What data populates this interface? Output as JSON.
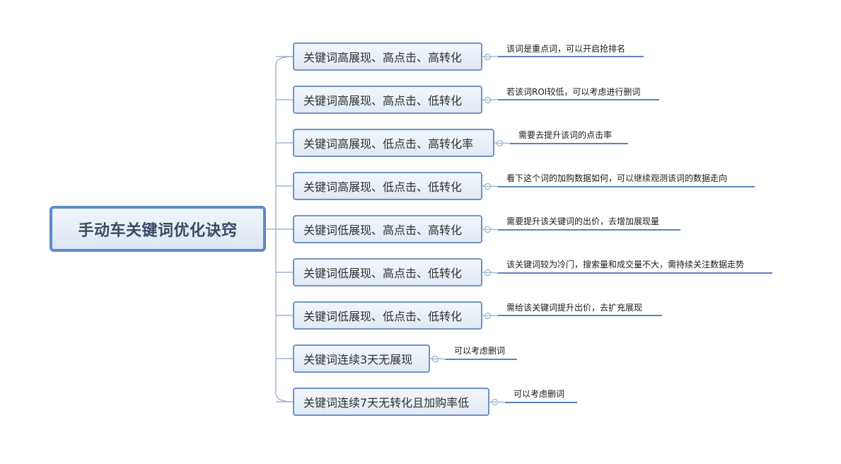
{
  "root": {
    "label": "手动车关键词优化诀窍"
  },
  "branches": [
    {
      "label": "关键词高展现、高点击、高转化",
      "note": "该词是重点词，可以开启抢排名"
    },
    {
      "label": "关键词高展现、高点击、低转化",
      "note": "若该词ROI较低，可以考虑进行删词"
    },
    {
      "label": "关键词高展现、低点击、高转化率",
      "note": "需要去提升该词的点击率"
    },
    {
      "label": "关键词高展现、低点击、低转化",
      "note": "看下这个词的加购数据如何，可以继续观测该词的数据走向"
    },
    {
      "label": "关键词低展现、高点击、高转化",
      "note": "需要提升该关键词的出价，去增加展现量"
    },
    {
      "label": "关键词低展现、高点击、低转化",
      "note": "该关键词较为冷门，搜索量和成交量不大，需持续关注数据走势"
    },
    {
      "label": "关键词低展现、低点击、低转化",
      "note": "需给该关键词提升出价，去扩充展现"
    },
    {
      "label": "关键词连续3天无展现",
      "note": "可以考虑删词"
    },
    {
      "label": "关键词连续7天无转化且加购率低",
      "note": "可以考虑删词"
    }
  ],
  "colors": {
    "connector": "#8fa8c9",
    "note_underline": "#5b84b8",
    "box_border": "#6c94c8",
    "root_border": "#5b8ac7"
  }
}
